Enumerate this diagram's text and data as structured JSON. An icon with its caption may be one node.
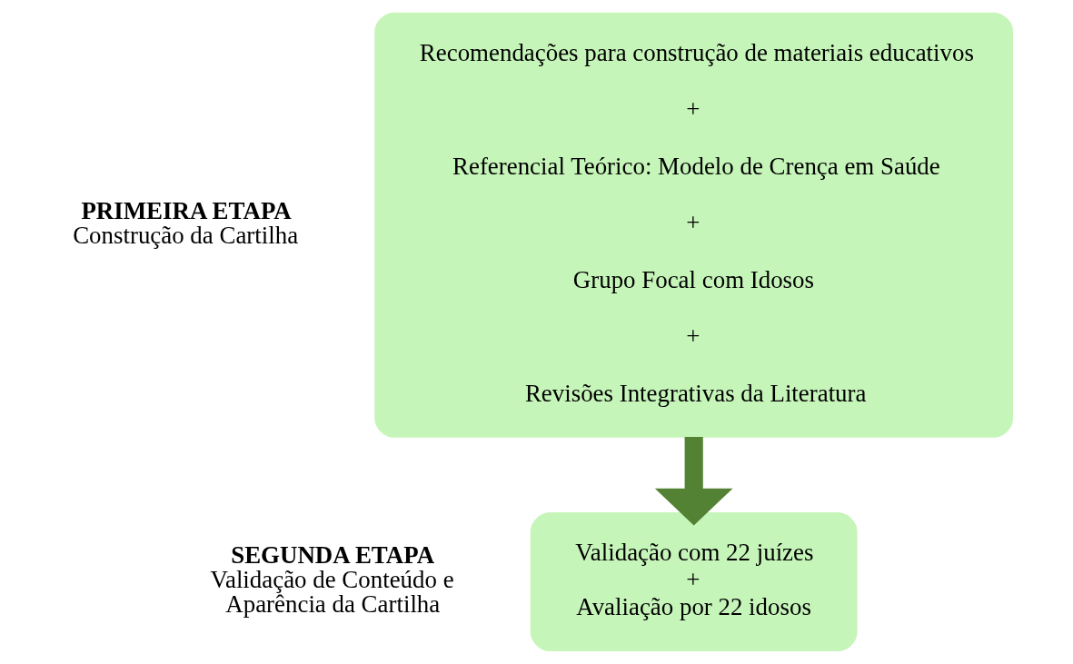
{
  "diagram": {
    "nodes": [
      {
        "text": [
          "PRIMEIRA ETAPA",
          "Construção da Cartilha"
        ]
      },
      {
        "text": [
          "Recomendações para construção de materiais educativos",
          "+",
          "Referencial Teórico: Modelo de Crença em Saúde",
          "+",
          "Grupo Focal com Idosos",
          "+",
          "Revisões Integrativas da Literatura"
        ]
      },
      {
        "text": [
          "SEGUNDA ETAPA",
          "Validação de Conteúdo e Aparência da Cartilha"
        ]
      },
      {
        "text": [
          "Validação com 22 juízes",
          "+",
          "Avaliação por 22 idosos"
        ]
      }
    ],
    "edges": [
      {
        "from": 1,
        "to": 3,
        "arrow": "to",
        "color": "#548235"
      }
    ]
  }
}
